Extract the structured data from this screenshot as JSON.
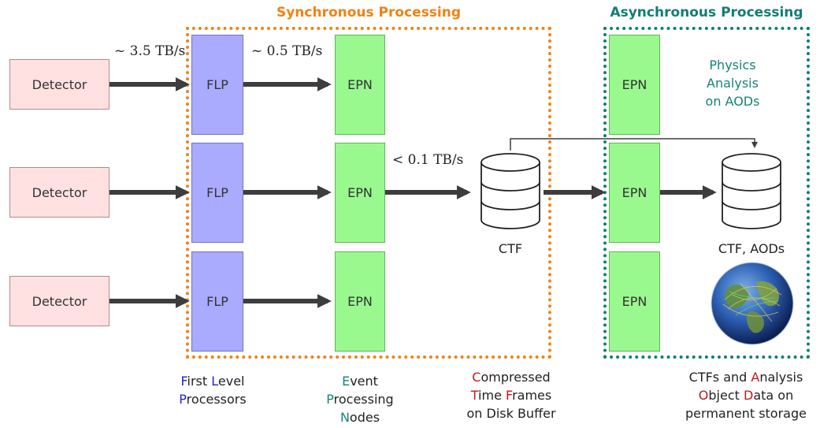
{
  "groups": {
    "sync_title": "Synchronous Processing",
    "async_title": "Asynchronous Processing"
  },
  "colors": {
    "sync": "#f08214",
    "async": "#127d73",
    "flp_letter": "#2222cc",
    "epn_letter": "#128478",
    "ctf_letter": "#c01818"
  },
  "nodes": {
    "detector": "Detector",
    "flp": "FLP",
    "epn": "EPN"
  },
  "rates": {
    "detector_to_flp": "~ 3.5 TB/s",
    "flp_to_epn": "~ 0.5 TB/s",
    "epn_to_ctf": "< 0.1 TB/s"
  },
  "storage": {
    "ctf_label": "CTF",
    "permanent_label": "CTF, AODs"
  },
  "physics_text": [
    "Physics",
    "Analysis",
    "on AODs"
  ],
  "legends": {
    "flp": [
      [
        {
          "t": "F",
          "hl": "flp_letter"
        },
        {
          "t": "irst "
        },
        {
          "t": "L",
          "hl": "flp_letter"
        },
        {
          "t": "evel"
        }
      ],
      [
        {
          "t": "P",
          "hl": "flp_letter"
        },
        {
          "t": "rocessors"
        }
      ]
    ],
    "epn": [
      [
        {
          "t": "E",
          "hl": "epn_letter"
        },
        {
          "t": "vent"
        }
      ],
      [
        {
          "t": "P",
          "hl": "epn_letter"
        },
        {
          "t": "rocessing"
        }
      ],
      [
        {
          "t": "N",
          "hl": "epn_letter"
        },
        {
          "t": "odes"
        }
      ]
    ],
    "ctf": [
      [
        {
          "t": "C",
          "hl": "ctf_letter"
        },
        {
          "t": "ompressed"
        }
      ],
      [
        {
          "t": "T",
          "hl": "ctf_letter"
        },
        {
          "t": "ime "
        },
        {
          "t": "F",
          "hl": "ctf_letter"
        },
        {
          "t": "rames"
        }
      ],
      [
        {
          "t": "on Disk Buffer"
        }
      ]
    ],
    "storage": [
      [
        {
          "t": "CTFs and "
        },
        {
          "t": "A",
          "hl": "ctf_letter"
        },
        {
          "t": "nalysis"
        }
      ],
      [
        {
          "t": "O",
          "hl": "ctf_letter"
        },
        {
          "t": "bject "
        },
        {
          "t": "D",
          "hl": "ctf_letter"
        },
        {
          "t": "ata on"
        }
      ],
      [
        {
          "t": "permanent storage"
        }
      ]
    ]
  }
}
